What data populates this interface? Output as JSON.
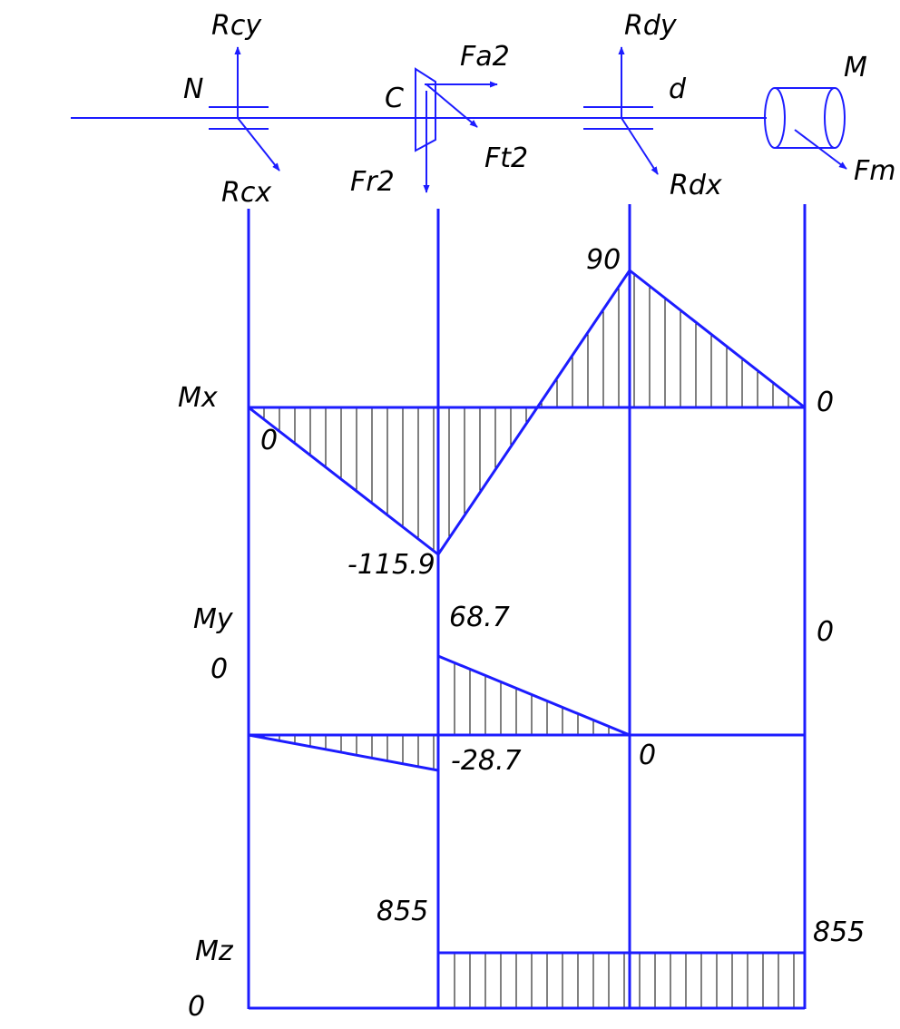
{
  "colors": {
    "line": "#1c1cff",
    "text": "#000000",
    "hatch": "#000000"
  },
  "scheme": {
    "labels": {
      "rcy": "Rcy",
      "rcx": "Rcx",
      "n": "N",
      "c": "C",
      "fa2": "Fa2",
      "ft2": "Ft2",
      "fr2": "Fr2",
      "rdy": "Rdy",
      "rdx": "Rdx",
      "d": "d",
      "m": "M",
      "fm": "Fm"
    }
  },
  "diagrams": {
    "mx": {
      "name": "Mx",
      "value_labels": {
        "start": "0",
        "c": "-115.9",
        "d": "90",
        "end": "0"
      }
    },
    "my": {
      "name": "My",
      "value_labels": {
        "start": "0",
        "c_left": "-28.7",
        "c_right": "68.7",
        "d": "0",
        "end": "0"
      }
    },
    "mz": {
      "name": "Mz",
      "value_labels": {
        "start": "0",
        "c": "855",
        "end": "855"
      }
    }
  }
}
